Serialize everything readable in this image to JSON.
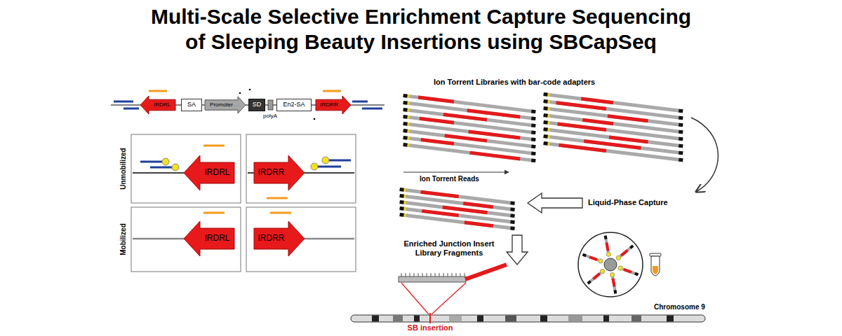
{
  "diagram": {
    "title": "Multi-Scale Selective Enrichment Capture Sequencing of Sleeping Beauty Insertions using SBCapSeq",
    "nodes": [
      {
        "text": [
          "IRDRL"
        ]
      },
      {
        "text": [
          "SA"
        ]
      },
      {
        "text": [
          "Promoter"
        ]
      },
      {
        "text": [
          "SD"
        ]
      },
      {
        "text": [
          "En2-SA"
        ]
      },
      {
        "text": [
          "IRDRR"
        ]
      },
      {
        "text": [
          "IRDRL"
        ]
      },
      {
        "text": [
          "IRDRR"
        ]
      },
      {
        "text": [
          "IRDRL"
        ]
      },
      {
        "text": [
          "IRDRR"
        ]
      }
    ],
    "labels": [
      "polyA",
      "Unmobilized",
      "Mobilized",
      "Ion Torrent Libraries with bar-code adapters",
      "Ion Torrent Reads",
      "Liquid-Phase Capture",
      "Enriched Junction Insert Library Fragments",
      "SB insertion",
      "Chromosome 9"
    ]
  }
}
